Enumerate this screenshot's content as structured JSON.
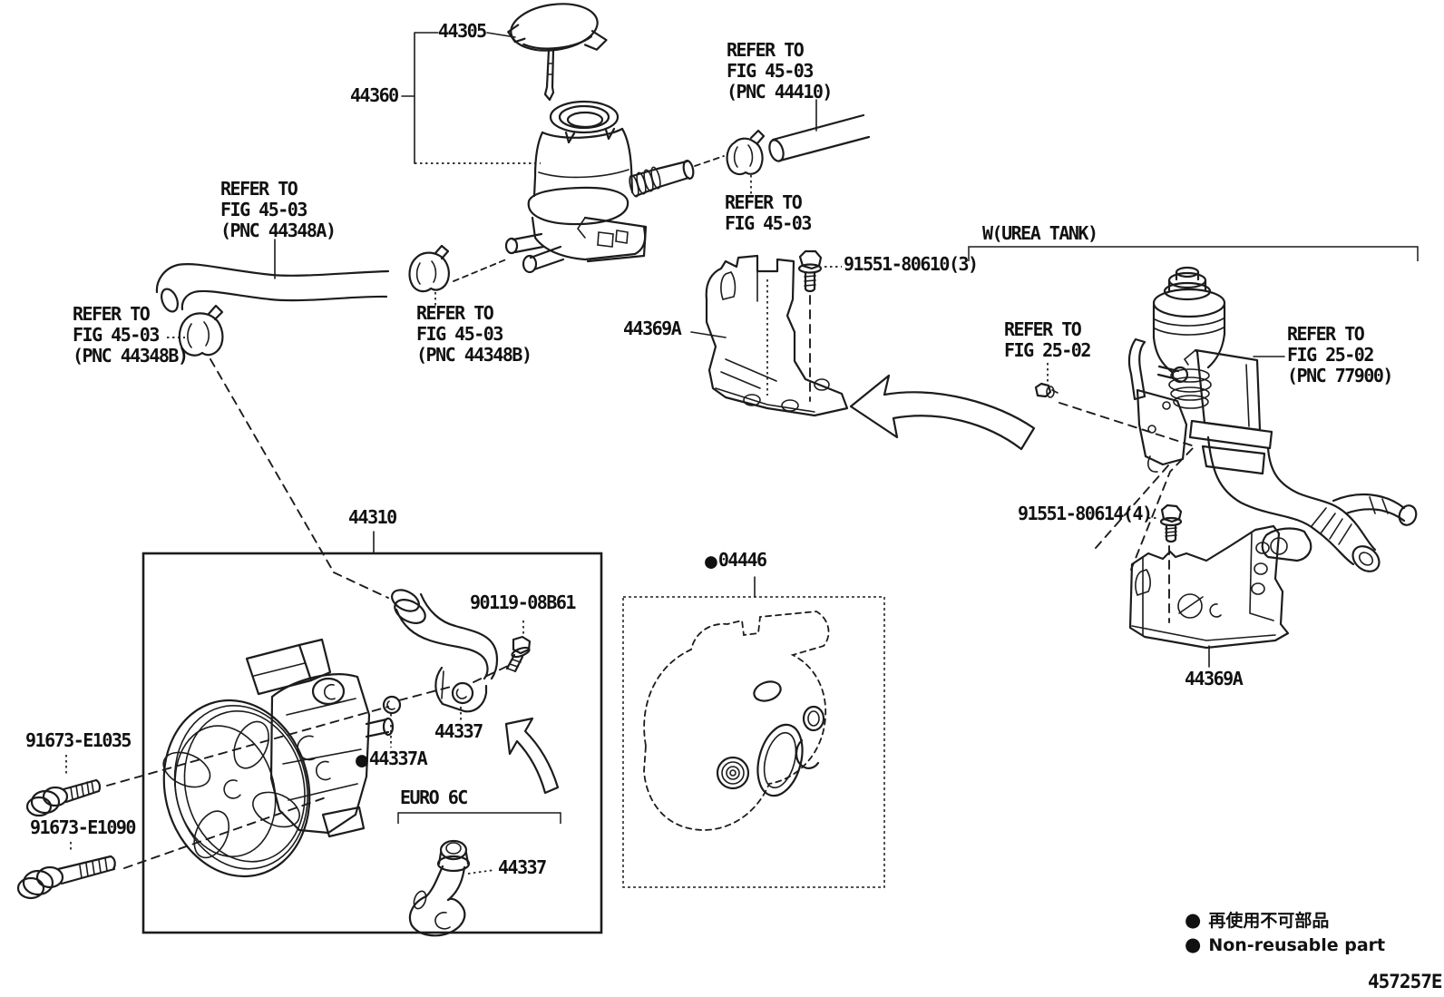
{
  "diagram": {
    "code": "457257E",
    "legend": {
      "bullet": "●",
      "jp": "再使用不可部品",
      "en": "Non-reusable part"
    },
    "variants": {
      "urea_tank": "W(UREA TANK)",
      "euro_6c": "EURO 6C"
    },
    "callouts": {
      "cap": "44305",
      "reservoir": "44360",
      "pump": "44310",
      "bracket_front": "44369A",
      "bracket_rear": "44369A",
      "clamp_upper": "44337",
      "clamp_euro": "44337",
      "union_seal": "44337A",
      "gasket_kit": "04446",
      "bolt_reservoir_bracket": "91551-80610(3)",
      "bolt_rear_bracket": "91551-80614(4)",
      "bolt_union": "90119-08B61",
      "bolt_pump_upper": "91673-E1035",
      "bolt_pump_lower": "91673-E1090"
    },
    "references": {
      "pressure_tube": [
        "REFER TO",
        "FIG 45-03",
        "(PNC 44410)"
      ],
      "clamp_mid": [
        "REFER TO",
        "FIG 45-03"
      ],
      "hose": [
        "REFER TO",
        "FIG 45-03",
        "(PNC 44348A)"
      ],
      "clamp_left": [
        "REFER TO",
        "FIG 45-03",
        "(PNC 44348B)"
      ],
      "clamp_center": [
        "REFER TO",
        "FIG 45-03",
        "(PNC 44348B)"
      ],
      "fig_25_02": [
        "REFER TO",
        "FIG 25-02"
      ],
      "urea_tank": [
        "REFER TO",
        "FIG 25-02",
        "(PNC 77900)"
      ]
    }
  }
}
